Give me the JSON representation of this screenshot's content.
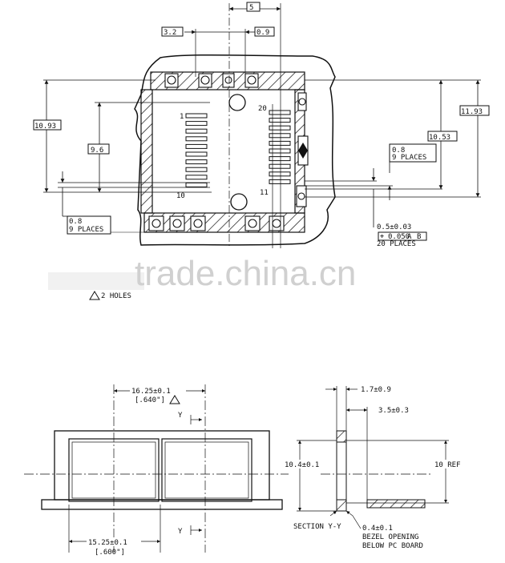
{
  "top_view": {
    "dims": {
      "d5": "5",
      "d32": "3.2",
      "d09": "0.9",
      "d1093": "10.93",
      "d96": "9.6",
      "d1193": "11.93",
      "d1053": "10.53",
      "d08_right": "0.8",
      "places9_right": "9 PLACES",
      "d08_left": "0.8",
      "places9_left": "9 PLACES",
      "pitch": "0.5±0.03",
      "tolerance": "0.050",
      "datum_a": "A",
      "datum_b": "B",
      "places20": "20 PLACES",
      "holes": "2 HOLES"
    },
    "pin_labels": {
      "p1": "1",
      "p10": "10",
      "p20": "20",
      "p11": "11"
    }
  },
  "front_view": {
    "width_upper": "16.25±0.1",
    "width_upper_in": "[.640\"]",
    "section_mark_top": "Y",
    "section_mark_bottom": "Y",
    "width_lower": "15.25±0.1",
    "width_lower_in": "[.600\"]"
  },
  "section_view": {
    "title": "SECTION  Y-Y",
    "d17": "1.7±0.9",
    "d35": "3.5±0.3",
    "d104": "10.4±0.1",
    "d10ref": "10 REF",
    "d04": "0.4±0.1",
    "bezel_line1": "BEZEL OPENING",
    "bezel_line2": "BELOW PC BOARD"
  },
  "watermark": "trade.china.cn"
}
